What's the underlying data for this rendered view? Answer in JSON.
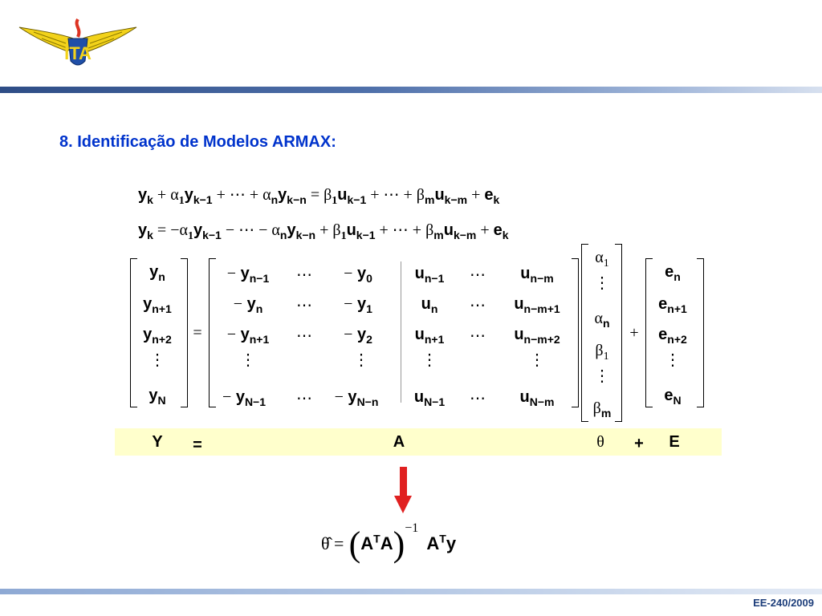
{
  "header": {
    "logo_text": "ITA",
    "title": "8. Identificação de Modelos ARMAX:"
  },
  "footer": {
    "course": "EE-240/2009"
  },
  "band": {
    "Y": "Y",
    "eq": "=",
    "A": "A",
    "theta": "θ",
    "plus": "+",
    "E": "E"
  },
  "solution": {
    "inv": "−1"
  },
  "colors": {
    "title": "#0033cc",
    "band": "#ffffcc",
    "arrow": "#e02020",
    "footer": "#1c3d7a"
  }
}
